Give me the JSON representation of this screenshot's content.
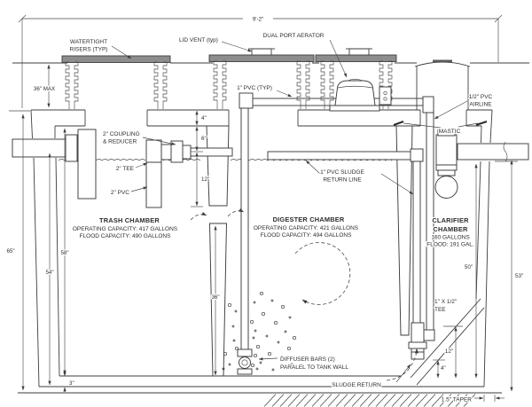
{
  "ink": "#3d3d3d",
  "background": "#ffffff",
  "labels": {
    "overall_width": "9'-2\"",
    "watertight": [
      "WATERTIGHT",
      "RISERS (TYP)"
    ],
    "lid_vent": "LID VENT (typ)",
    "aerator": "DUAL PORT AERATOR",
    "pvc1": "1\" PVC (TYP)",
    "airline": [
      "1/2\" PVC",
      "AIRLINE"
    ],
    "mastic": "MASTIC",
    "coupling": [
      "2\" COUPLING",
      "& REDUCER"
    ],
    "tee2": "2\" TEE",
    "pvc2": "2\" PVC",
    "sludge_line": [
      "1\" PVC SLUDGE",
      "RETURN LINE"
    ],
    "trash": [
      "TRASH CHAMBER",
      "OPERATING CAPACITY: 417 GALLONS",
      "FLOOD CAPACITY: 490 GALLONS"
    ],
    "digester": [
      "DIGESTER CHAMBER",
      "OPERATING CAPACITY: 421 GALLONS",
      "FLOOD CAPACITY: 494 GALLONS"
    ],
    "clarifier": [
      "CLARIFIER",
      "CHAMBER",
      "160 GALLONS",
      "FLOOD: 191 GAL."
    ],
    "diffuser": [
      "DIFFUSER BARS (2)",
      "PARALEL TO TANK WALL"
    ],
    "sludge_return": "SLUDGE RETURN",
    "tee1x12": [
      "1\" X 1/2\"",
      "TEE"
    ],
    "taper": "1.5\" TAPER",
    "dims": {
      "max36": "36\" MAX",
      "d65": "65\"",
      "d58": "58\"",
      "d54": "54\"",
      "d36": "36\"",
      "d50": "50\"",
      "d53": "53\"",
      "d12r": "12\"",
      "d4r": "4\"",
      "d4": "4\"",
      "d6": "6\"",
      "d12": "12\"",
      "d3": "3\""
    }
  }
}
